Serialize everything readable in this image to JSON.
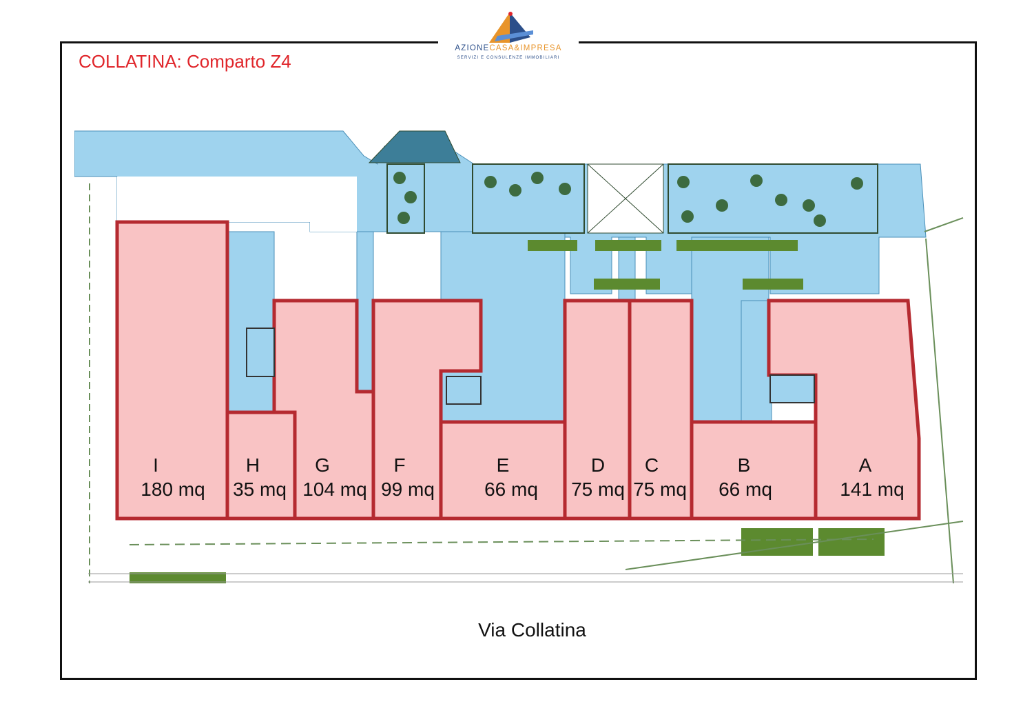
{
  "title": "COLLATINA: Comparto Z4",
  "logo": {
    "name_part1": "AZIONE",
    "name_part2": "CASA&IMPRESA",
    "subtitle": "SERVIZI E CONSULENZE IMMOBILIARI"
  },
  "street": "Via Collatina",
  "colors": {
    "title": "#e0262b",
    "units_fill": "#f9c3c4",
    "units_wall": "#b52a30",
    "common_area": "#9fd3ee",
    "greenery": "#5c8a2f"
  },
  "units": [
    {
      "letter": "I",
      "area": "180 mq"
    },
    {
      "letter": "H",
      "area": "35 mq"
    },
    {
      "letter": "G",
      "area": "104 mq"
    },
    {
      "letter": "F",
      "area": "99 mq"
    },
    {
      "letter": "E",
      "area": "66 mq"
    },
    {
      "letter": "D",
      "area": "75 mq"
    },
    {
      "letter": "C",
      "area": "75 mq"
    },
    {
      "letter": "B",
      "area": "66 mq"
    },
    {
      "letter": "A",
      "area": "141 mq"
    }
  ]
}
